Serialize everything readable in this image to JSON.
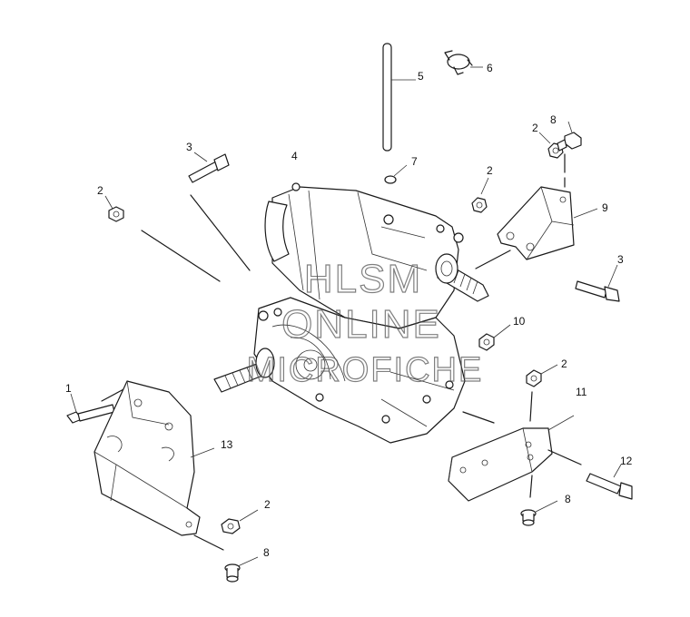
{
  "callouts": [
    {
      "id": "c5",
      "label": "5"
    },
    {
      "id": "c6",
      "label": "6"
    },
    {
      "id": "c3a",
      "label": "3"
    },
    {
      "id": "c4",
      "label": "4"
    },
    {
      "id": "c7",
      "label": "7"
    },
    {
      "id": "c2a",
      "label": "2"
    },
    {
      "id": "c8a",
      "label": "8"
    },
    {
      "id": "c2b",
      "label": "2"
    },
    {
      "id": "c2c",
      "label": "2"
    },
    {
      "id": "c9",
      "label": "9"
    },
    {
      "id": "c3b",
      "label": "3"
    },
    {
      "id": "c10",
      "label": "10"
    },
    {
      "id": "c2d",
      "label": "2"
    },
    {
      "id": "c1",
      "label": "1"
    },
    {
      "id": "c13",
      "label": "13"
    },
    {
      "id": "c11",
      "label": "11"
    },
    {
      "id": "c12",
      "label": "12"
    },
    {
      "id": "c2e",
      "label": "2"
    },
    {
      "id": "c8b",
      "label": "8"
    },
    {
      "id": "c8c",
      "label": "8"
    }
  ],
  "watermark": {
    "line1": "HLSM",
    "line2": "ONLINE",
    "line3": "MICROFICHE"
  }
}
